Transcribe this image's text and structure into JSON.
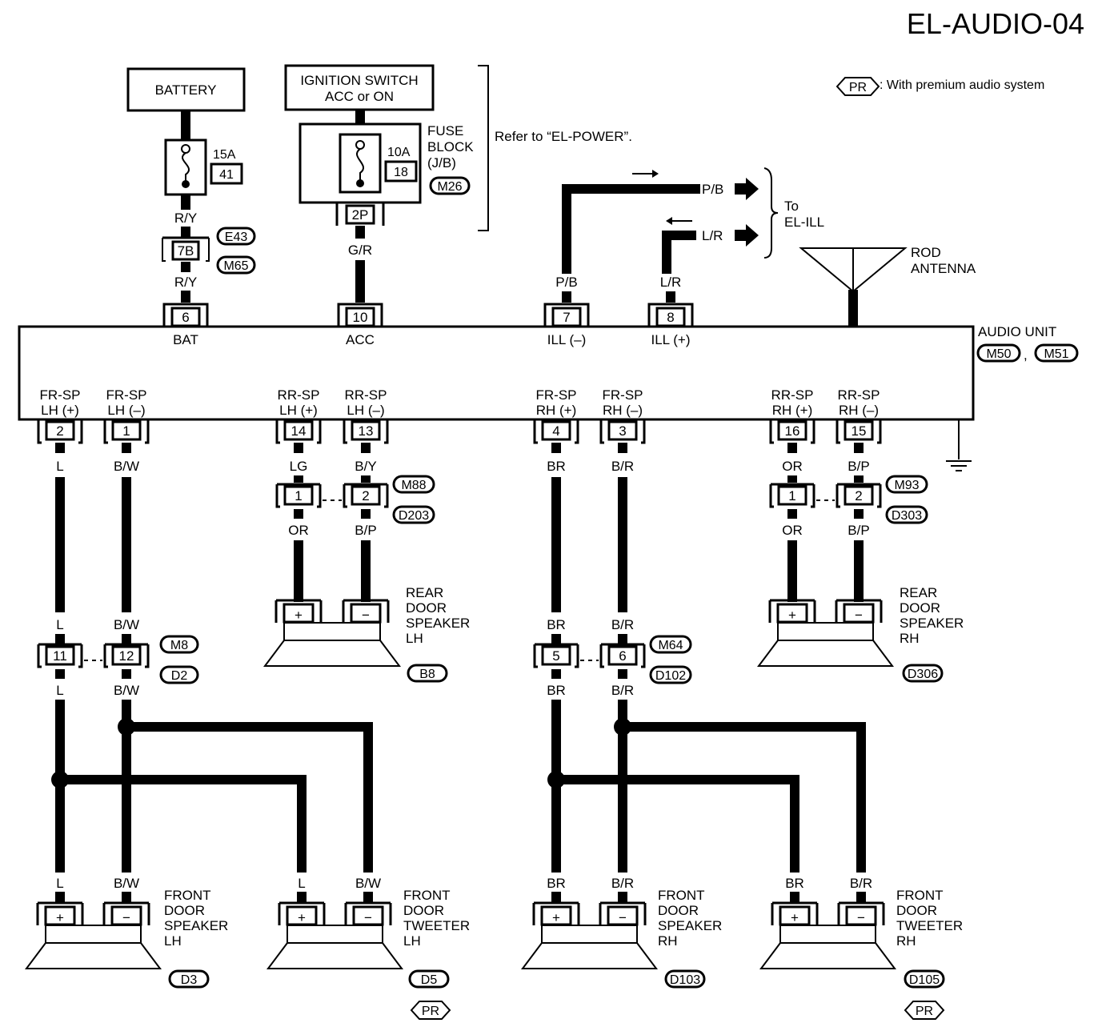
{
  "title": "EL-AUDIO-04",
  "legend": {
    "code": "PR",
    "text": ": With premium audio system"
  },
  "battery": {
    "label": "BATTERY",
    "fuse_amp": "15A",
    "fuse_no": "41"
  },
  "ignition": {
    "label_line1": "IGNITION SWITCH",
    "label_line2": "ACC or ON",
    "fuse_amp": "10A",
    "fuse_no": "18",
    "fuse_block": [
      "FUSE",
      "BLOCK",
      "(J/B)"
    ],
    "fuse_block_conn": "M26",
    "pin": "2P",
    "refer": "Refer to “EL-POWER”."
  },
  "battery_wire": {
    "color_top": "R/Y",
    "conn_pin": "7B",
    "conns": [
      "E43",
      "M65"
    ],
    "color_bottom": "R/Y"
  },
  "acc_wire": {
    "color": "G/R"
  },
  "ill": {
    "pb": "P/B",
    "lr": "L/R",
    "to": [
      "To",
      "EL-ILL"
    ]
  },
  "antenna": [
    "ROD",
    "ANTENNA"
  ],
  "audio_unit": {
    "label": "AUDIO UNIT",
    "conns": [
      "M50",
      "M51"
    ],
    "comma": ",",
    "top_pins": [
      {
        "pin": "6",
        "name": "BAT"
      },
      {
        "pin": "10",
        "name": "ACC"
      },
      {
        "pin": "7",
        "name": "ILL (–)"
      },
      {
        "pin": "8",
        "name": "ILL (+)"
      }
    ],
    "bottom_pins": [
      {
        "pin": "2",
        "name1": "FR-SP",
        "name2": "LH (+)"
      },
      {
        "pin": "1",
        "name1": "FR-SP",
        "name2": "LH (–)"
      },
      {
        "pin": "14",
        "name1": "RR-SP",
        "name2": "LH (+)"
      },
      {
        "pin": "13",
        "name1": "RR-SP",
        "name2": "LH (–)"
      },
      {
        "pin": "4",
        "name1": "FR-SP",
        "name2": "RH (+)"
      },
      {
        "pin": "3",
        "name1": "FR-SP",
        "name2": "RH (–)"
      },
      {
        "pin": "16",
        "name1": "RR-SP",
        "name2": "RH (+)"
      },
      {
        "pin": "15",
        "name1": "RR-SP",
        "name2": "RH (–)"
      }
    ]
  },
  "wires": {
    "lh_pos": "L",
    "lh_neg": "B/W",
    "rr_lh_pos_top": "LG",
    "rr_lh_neg_top": "B/Y",
    "rr_lh_pos_bot": "OR",
    "rr_lh_neg_bot": "B/P",
    "rh_pos": "BR",
    "rh_neg": "B/R",
    "rr_rh_pos": "OR",
    "rr_rh_neg": "B/P"
  },
  "inline_conns": {
    "rr_lh": {
      "pins": [
        "1",
        "2"
      ],
      "conns": [
        "M88",
        "D203"
      ]
    },
    "rr_rh": {
      "pins": [
        "1",
        "2"
      ],
      "conns": [
        "M93",
        "D303"
      ]
    },
    "fr_lh": {
      "pins": [
        "11",
        "12"
      ],
      "conns": [
        "M8",
        "D2"
      ]
    },
    "fr_rh": {
      "pins": [
        "5",
        "6"
      ],
      "conns": [
        "M64",
        "D102"
      ]
    }
  },
  "speakers": {
    "rear_lh": {
      "name": [
        "REAR",
        "DOOR",
        "SPEAKER",
        "LH"
      ],
      "conn": "B8"
    },
    "rear_rh": {
      "name": [
        "REAR",
        "DOOR",
        "SPEAKER",
        "RH"
      ],
      "conn": "D306"
    },
    "front_lh": {
      "name": [
        "FRONT",
        "DOOR",
        "SPEAKER",
        "LH"
      ],
      "conn": "D3"
    },
    "tweet_lh": {
      "name": [
        "FRONT",
        "DOOR",
        "TWEETER",
        "LH"
      ],
      "conn": "D5"
    },
    "front_rh": {
      "name": [
        "FRONT",
        "DOOR",
        "SPEAKER",
        "RH"
      ],
      "conn": "D103"
    },
    "tweet_rh": {
      "name": [
        "FRONT",
        "DOOR",
        "TWEETER",
        "RH"
      ],
      "conn": "D105"
    }
  },
  "pr_tag": "PR",
  "plus": "+",
  "minus": "−"
}
